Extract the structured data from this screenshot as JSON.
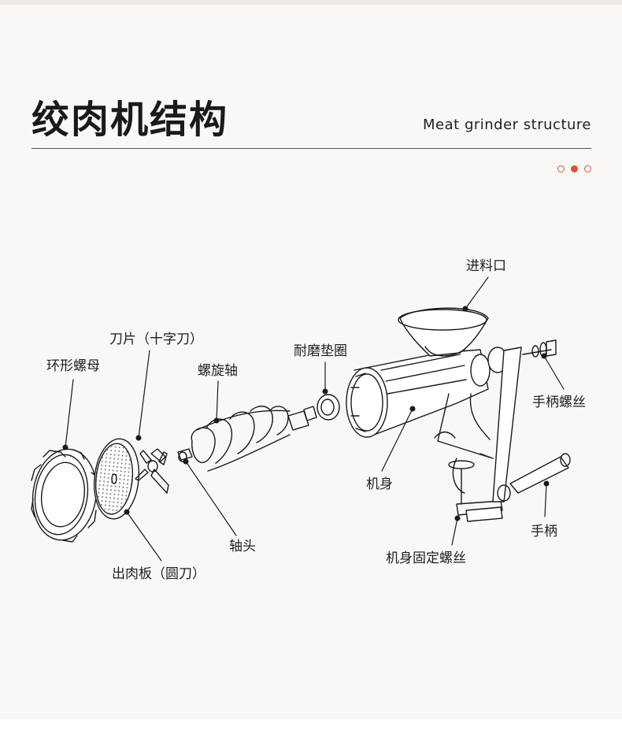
{
  "header": {
    "title": "绞肉机结构",
    "subtitle": "Meat grinder structure"
  },
  "colors": {
    "accent": "#d9542f",
    "line": "#1a1a1a"
  },
  "labels": {
    "ring_nut": "环形螺母",
    "blade": "刀片（十字刀）",
    "screw_shaft": "螺旋轴",
    "gasket": "耐磨垫圈",
    "hopper": "进料口",
    "handle_screw": "手柄螺丝",
    "body": "机身",
    "handle": "手柄",
    "clamp_screw": "机身固定螺丝",
    "shaft_head": "轴头",
    "plate": "出肉板（圆刀）"
  }
}
